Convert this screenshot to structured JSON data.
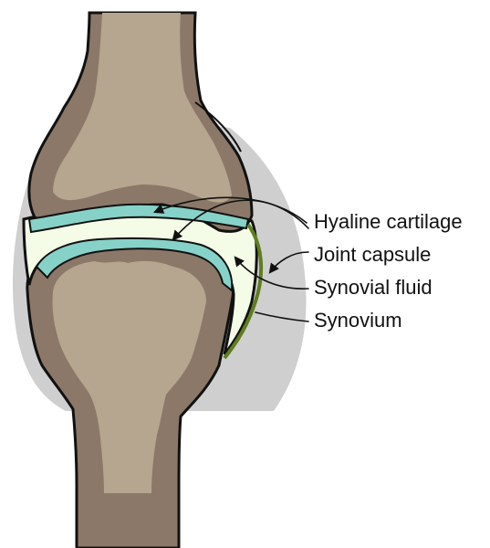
{
  "labels": {
    "hyaline_cartilage": "Hyaline cartilage",
    "joint_capsule": "Joint capsule",
    "synovial_fluid": "Synovial fluid",
    "synovium": "Synovium"
  },
  "colors": {
    "bone_outer": "#8b7868",
    "bone_inner": "#b6a58f",
    "cartilage": "#86d2c8",
    "synovial_fluid": "#f4fbe6",
    "synovium": "#5f7d1c",
    "capsule": "#cfcfcf",
    "outline": "#111111"
  }
}
